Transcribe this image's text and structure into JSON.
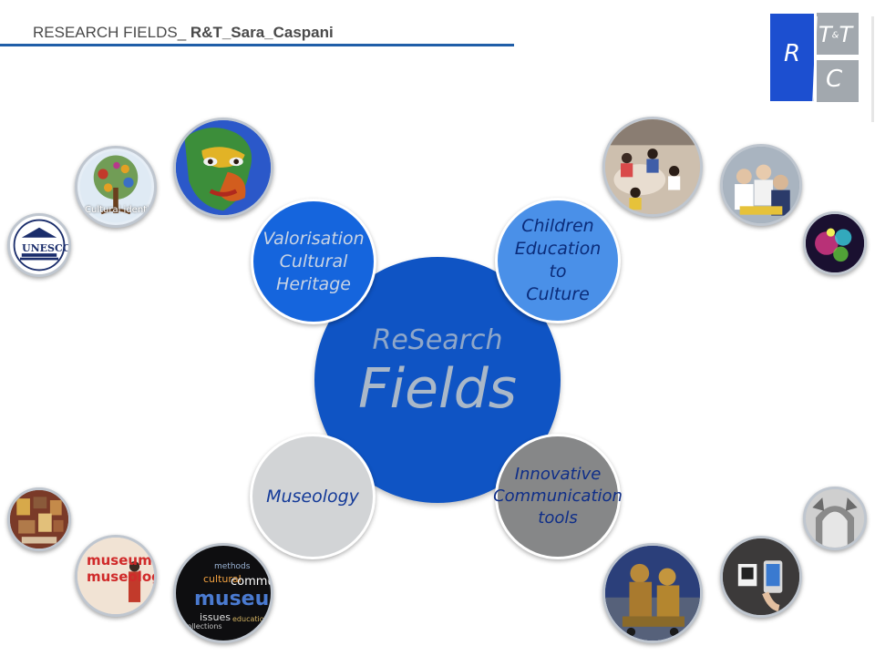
{
  "header": {
    "title_prefix": "RESEARCH FIELDS_ ",
    "title_author": "R&T_Sara_Caspani"
  },
  "logo": {
    "letter_r": "R",
    "letter_t1": "T",
    "letter_amp": "&",
    "letter_t2": "T",
    "letter_c": "C"
  },
  "center": {
    "research": "ReSearch",
    "fields": "Fields"
  },
  "topics": {
    "valorisation": "Valorisation\nCultural\nHeritage",
    "children": "Children\nEducation\nto\nCulture",
    "museology": "Museology",
    "innovative": "Innovative\nCommunication\ntools"
  },
  "photos": {
    "unesco_label": "UNESCO",
    "tree_label": "Cultural identit",
    "museum_sign_1": "museum",
    "museum_sign_2": "museology",
    "wordcloud_museum": "museum",
    "wordcloud_cultural": "cultural",
    "wordcloud_methods": "methods",
    "wordcloud_community": "commun",
    "wordcloud_issues": "issues",
    "wordcloud_collections": "collections",
    "wordcloud_education": "education"
  },
  "colors": {
    "center": "#0f54c4",
    "valorisation": "#1565dd",
    "children": "#4a90e8",
    "museology": "#d2d4d6",
    "innovative": "#868788",
    "header_line": "#1f5ea8",
    "logo_blue": "#1c4fd0",
    "logo_grey": "#a2a8ae"
  }
}
